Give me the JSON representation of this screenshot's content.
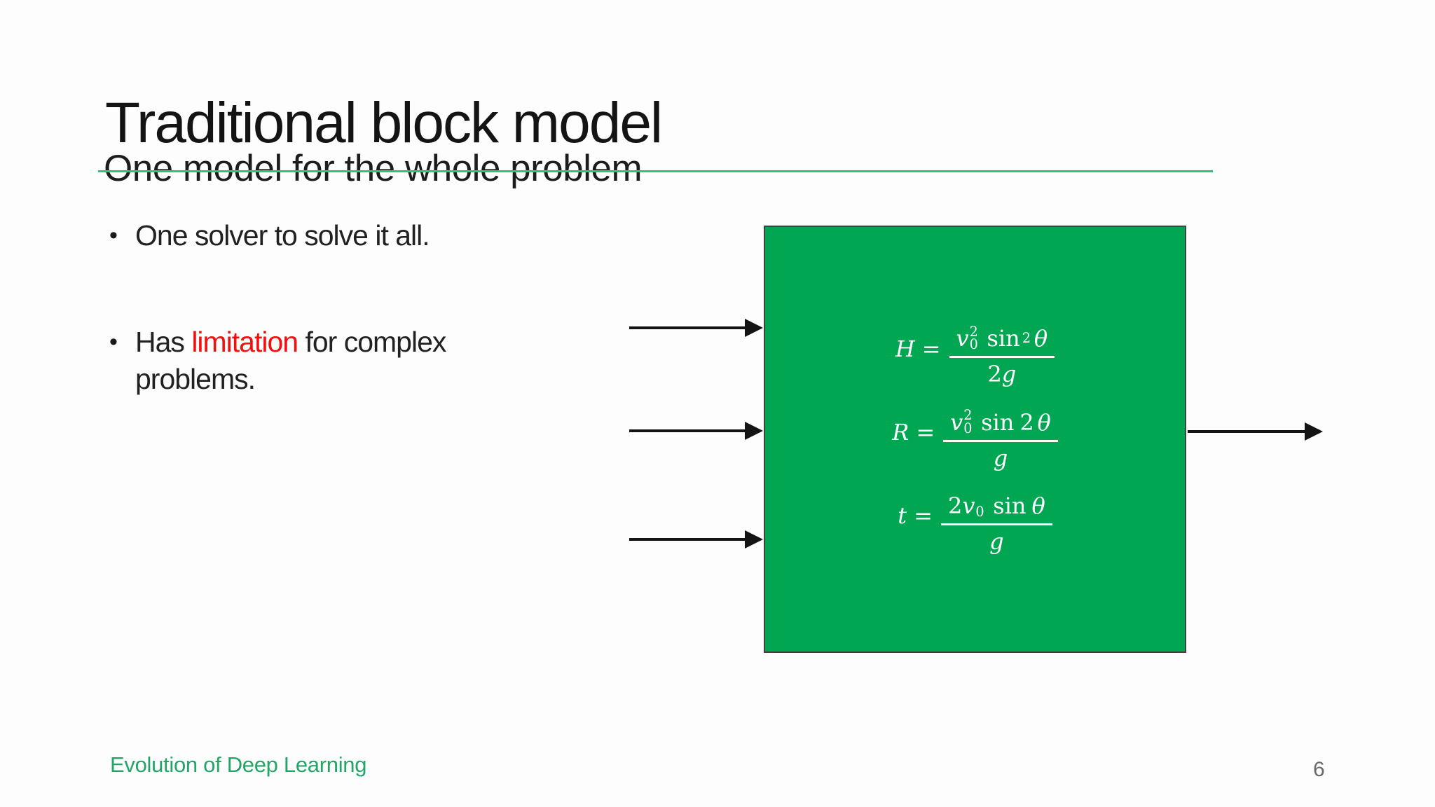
{
  "slide": {
    "header": {
      "title": "Traditional block model",
      "subtitle": "One model for the whole problem"
    },
    "bullets": {
      "marker": "•",
      "items": [
        {
          "text": "One solver to solve it all."
        },
        {
          "prefix": "Has ",
          "highlight": "limitation",
          "suffix": " for complex problems."
        }
      ]
    },
    "block": {
      "description": "single solver block with three input arrows and one output arrow",
      "equations": [
        {
          "lhs": "H",
          "rel": "=",
          "num": {
            "v": "v",
            "vsub": "0",
            "vsup": "2",
            "fn": "sin",
            "fnsup": "2",
            "tail": "θ"
          },
          "den": {
            "lead": "2",
            "v": "g"
          }
        },
        {
          "lhs": "R",
          "rel": "=",
          "num": {
            "v": "v",
            "vsub": "0",
            "vsup": "2",
            "fn": "sin",
            "tail_rm": "2",
            "tail": "θ"
          },
          "den": {
            "v": "g"
          }
        },
        {
          "lhs": "t",
          "rel": "=",
          "num": {
            "lead": "2",
            "v": "v",
            "vsub": "0",
            "fn": "sin",
            "tail": "θ"
          },
          "den": {
            "v": "g"
          }
        }
      ]
    },
    "footer": {
      "text": "Evolution of Deep Learning",
      "page_number": "6"
    },
    "colors": {
      "block_green": "#00a651",
      "divider_green": "#2cc57c",
      "footer_green": "#23a566",
      "highlight_red": "#f40f0f",
      "text_black": "#1c1c1c",
      "page_number_gray": "#696969",
      "equation_white": "#ffffff"
    }
  }
}
